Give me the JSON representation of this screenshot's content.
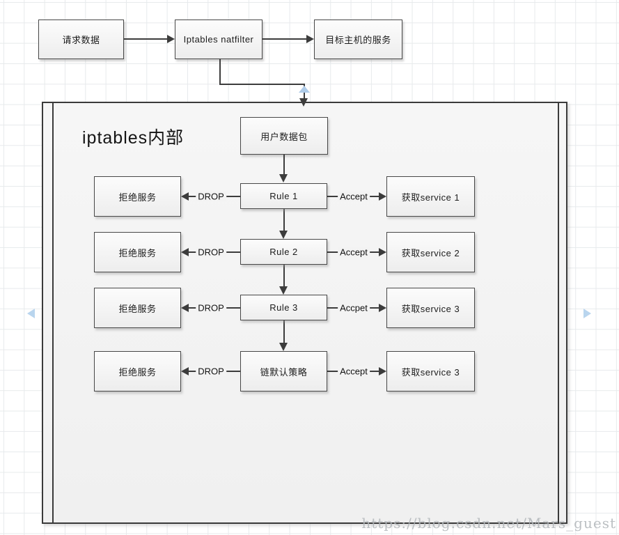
{
  "page": {
    "watermark": "https://blog.csdn.net/Mars_guest"
  },
  "top_flow": {
    "nodes": [
      {
        "label": "请求数据"
      },
      {
        "label": "Iptables natfilter"
      },
      {
        "label": "目标主机的服务"
      }
    ]
  },
  "container": {
    "title": "iptables内部",
    "entry_node": "用户数据包",
    "rows": [
      {
        "left": "拒绝服务",
        "left_label": "DROP",
        "center": "Rule 1",
        "right_label": "Accept",
        "right": "获取service 1"
      },
      {
        "left": "拒绝服务",
        "left_label": "DROP",
        "center": "Rule 2",
        "right_label": "Accept",
        "right": "获取service 2"
      },
      {
        "left": "拒绝服务",
        "left_label": "DROP",
        "center": "Rule 3",
        "right_label": "Accpet",
        "right": "获取service 3"
      },
      {
        "left": "拒绝服务",
        "left_label": "DROP",
        "center": "链默认策略",
        "right_label": "Accept",
        "right": "获取service 3"
      }
    ]
  },
  "icons": {
    "autoconnect_up_icon": "light-blue up triangle",
    "page_nav_left_icon": "light-blue left triangle",
    "page_nav_right_icon": "light-blue right triangle"
  },
  "colors": {
    "line": "#3c3c3c",
    "shape_border": "#474747",
    "pool_fill": "#f3f3f3",
    "grid": "#e7eaec",
    "accent_blue": "#aecbe8",
    "watermark_gray": "#b0b5b9"
  }
}
